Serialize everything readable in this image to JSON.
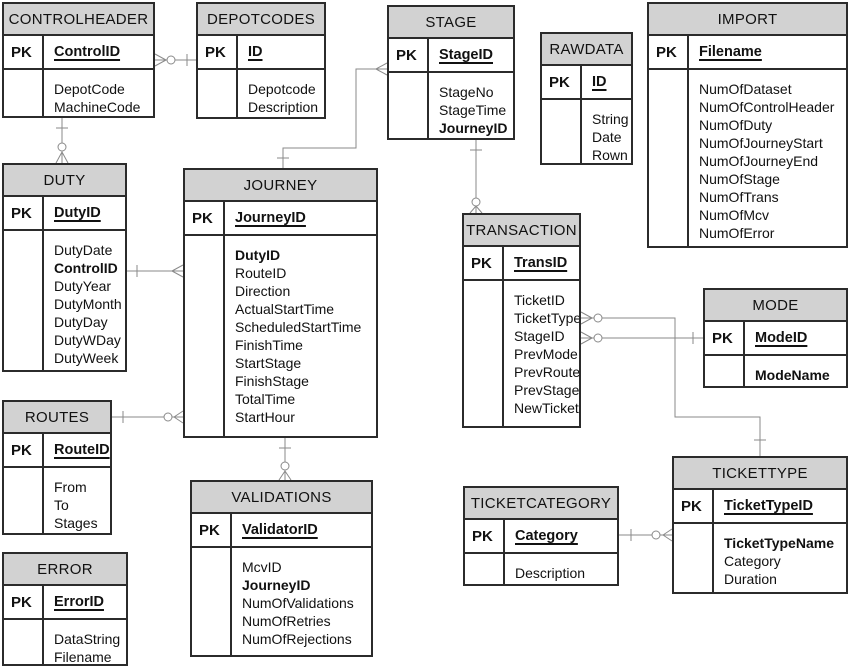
{
  "colors": {
    "background": "#ffffff",
    "table_header_fill": "#d2d2d2",
    "table_border": "#2b2b2b",
    "relationship_line": "#8a8a8a"
  },
  "labels": {
    "pk": "PK"
  },
  "tables": [
    {
      "id": "controlheader",
      "title": "CONTROLHEADER",
      "pk": "ControlID",
      "fields": [
        {
          "t": "DepotCode"
        },
        {
          "t": "MachineCode"
        }
      ]
    },
    {
      "id": "depotcodes",
      "title": "DEPOTCODES",
      "pk": "ID",
      "fields": [
        {
          "t": "Depotcode"
        },
        {
          "t": "Description"
        }
      ]
    },
    {
      "id": "stage",
      "title": "STAGE",
      "pk": "StageID",
      "fields": [
        {
          "t": "StageNo"
        },
        {
          "t": "StageTime"
        },
        {
          "t": "JourneyID",
          "b": true
        }
      ]
    },
    {
      "id": "rawdata",
      "title": "RAWDATA",
      "pk": "ID",
      "fields": [
        {
          "t": "String"
        },
        {
          "t": "Date"
        },
        {
          "t": "Rown"
        }
      ]
    },
    {
      "id": "import",
      "title": "IMPORT",
      "pk": "Filename",
      "fields": [
        {
          "t": "NumOfDataset"
        },
        {
          "t": "NumOfControlHeader"
        },
        {
          "t": "NumOfDuty"
        },
        {
          "t": "NumOfJourneyStart"
        },
        {
          "t": "NumOfJourneyEnd"
        },
        {
          "t": "NumOfStage"
        },
        {
          "t": "NumOfTrans"
        },
        {
          "t": "NumOfMcv"
        },
        {
          "t": "NumOfError"
        }
      ]
    },
    {
      "id": "duty",
      "title": "DUTY",
      "pk": "DutyID",
      "fields": [
        {
          "t": "DutyDate"
        },
        {
          "t": "ControlID",
          "b": true
        },
        {
          "t": "DutyYear"
        },
        {
          "t": "DutyMonth"
        },
        {
          "t": "DutyDay"
        },
        {
          "t": "DutyWDay"
        },
        {
          "t": "DutyWeek"
        }
      ]
    },
    {
      "id": "journey",
      "title": "JOURNEY",
      "pk": "JourneyID",
      "fields": [
        {
          "t": "DutyID",
          "b": true
        },
        {
          "t": "RouteID"
        },
        {
          "t": "Direction"
        },
        {
          "t": "ActualStartTime"
        },
        {
          "t": "ScheduledStartTime"
        },
        {
          "t": "FinishTime"
        },
        {
          "t": "StartStage"
        },
        {
          "t": "FinishStage"
        },
        {
          "t": "TotalTime"
        },
        {
          "t": "StartHour"
        }
      ]
    },
    {
      "id": "transaction",
      "title": "TRANSACTION",
      "pk": "TransID",
      "fields": [
        {
          "t": "TicketID"
        },
        {
          "t": "TicketTypeID"
        },
        {
          "t": "StageID"
        },
        {
          "t": "PrevMode"
        },
        {
          "t": "PrevRoute"
        },
        {
          "t": "PrevStage"
        },
        {
          "t": "NewTicketID"
        }
      ]
    },
    {
      "id": "mode",
      "title": "MODE",
      "pk": "ModeID",
      "fields": [
        {
          "t": "ModeName",
          "b": true
        }
      ]
    },
    {
      "id": "routes",
      "title": "ROUTES",
      "pk": "RouteID",
      "fields": [
        {
          "t": "From"
        },
        {
          "t": "To"
        },
        {
          "t": "Stages"
        }
      ]
    },
    {
      "id": "validations",
      "title": "VALIDATIONS",
      "pk": "ValidatorID",
      "fields": [
        {
          "t": "McvID"
        },
        {
          "t": "JourneyID",
          "b": true
        },
        {
          "t": "NumOfValidations"
        },
        {
          "t": "NumOfRetries"
        },
        {
          "t": "NumOfRejections"
        }
      ]
    },
    {
      "id": "ticketcategory",
      "title": "TICKETCATEGORY",
      "pk": "Category",
      "fields": [
        {
          "t": "Description"
        }
      ]
    },
    {
      "id": "tickettype",
      "title": "TICKETTYPE",
      "pk": "TicketTypeID",
      "fields": [
        {
          "t": "TicketTypeName",
          "b": true
        },
        {
          "t": "Category"
        },
        {
          "t": "Duration"
        }
      ]
    },
    {
      "id": "error",
      "title": "ERROR",
      "pk": "ErrorID",
      "fields": [
        {
          "t": "DataString"
        },
        {
          "t": "Filename"
        }
      ]
    }
  ],
  "relationships": [
    {
      "from": "CONTROLHEADER",
      "to": "DEPOTCODES",
      "from_end": "many-optional",
      "to_end": "one"
    },
    {
      "from": "CONTROLHEADER",
      "to": "DUTY",
      "from_end": "one",
      "to_end": "many-optional"
    },
    {
      "from": "JOURNEY",
      "to": "STAGE",
      "from_end": "one",
      "to_end": "many"
    },
    {
      "from": "STAGE",
      "to": "TRANSACTION",
      "from_end": "one",
      "to_end": "many-optional"
    },
    {
      "from": "DUTY",
      "to": "JOURNEY",
      "from_end": "one",
      "to_end": "many"
    },
    {
      "from": "ROUTES",
      "to": "JOURNEY",
      "from_end": "one",
      "to_end": "many-optional"
    },
    {
      "from": "JOURNEY",
      "to": "VALIDATIONS",
      "from_end": "one",
      "to_end": "many-optional"
    },
    {
      "from": "TRANSACTION",
      "to": "MODE",
      "from_end": "many-optional",
      "to_end": "one"
    },
    {
      "from": "TRANSACTION",
      "to": "TICKETTYPE",
      "from_end": "many-optional",
      "to_end": "one"
    },
    {
      "from": "TICKETCATEGORY",
      "to": "TICKETTYPE",
      "from_end": "one",
      "to_end": "many-optional"
    }
  ]
}
